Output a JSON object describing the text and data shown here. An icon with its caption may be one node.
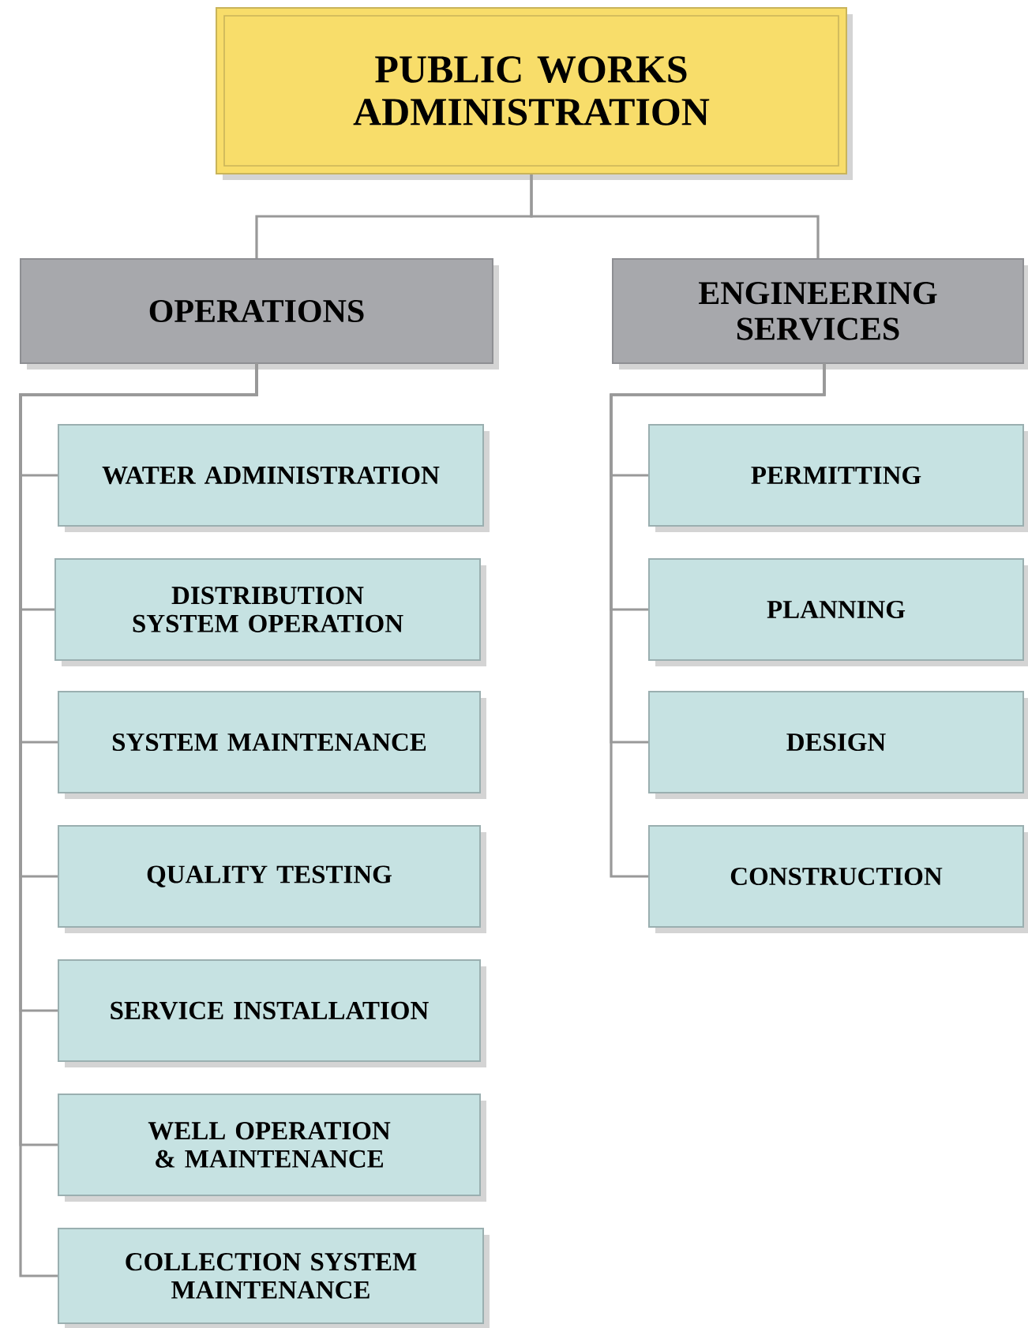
{
  "diagram": {
    "nodes": [
      {
        "text": [
          "PUBLIC WORKS ADMINISTRATION"
        ]
      },
      {
        "text": [
          "OPERATIONS"
        ]
      },
      {
        "text": [
          "ENGINEERING SERVICES"
        ]
      },
      {
        "text": [
          "WATER ADMINISTRATION"
        ]
      },
      {
        "text": [
          "DISTRIBUTION SYSTEM OPERATION"
        ]
      },
      {
        "text": [
          "SYSTEM MAINTENANCE"
        ]
      },
      {
        "text": [
          "QUALITY TESTING"
        ]
      },
      {
        "text": [
          "SERVICE INSTALLATION"
        ]
      },
      {
        "text": [
          "WELL OPERATION & MAINTENANCE"
        ]
      },
      {
        "text": [
          "COLLECTION SYSTEM MAINTENANCE"
        ]
      },
      {
        "text": [
          "PERMITTING"
        ]
      },
      {
        "text": [
          "PLANNING"
        ]
      },
      {
        "text": [
          "DESIGN"
        ]
      },
      {
        "text": [
          "CONSTRUCTION"
        ]
      }
    ],
    "edges": [
      {
        "from": 0,
        "to": 1,
        "arrow": "none"
      },
      {
        "from": 0,
        "to": 2,
        "arrow": "none"
      },
      {
        "from": 1,
        "to": 3,
        "arrow": "none"
      },
      {
        "from": 1,
        "to": 4,
        "arrow": "none"
      },
      {
        "from": 1,
        "to": 5,
        "arrow": "none"
      },
      {
        "from": 1,
        "to": 6,
        "arrow": "none"
      },
      {
        "from": 1,
        "to": 7,
        "arrow": "none"
      },
      {
        "from": 1,
        "to": 8,
        "arrow": "none"
      },
      {
        "from": 1,
        "to": 9,
        "arrow": "none"
      },
      {
        "from": 2,
        "to": 10,
        "arrow": "none"
      },
      {
        "from": 2,
        "to": 11,
        "arrow": "none"
      },
      {
        "from": 2,
        "to": 12,
        "arrow": "none"
      },
      {
        "from": 2,
        "to": 13,
        "arrow": "none"
      }
    ]
  }
}
